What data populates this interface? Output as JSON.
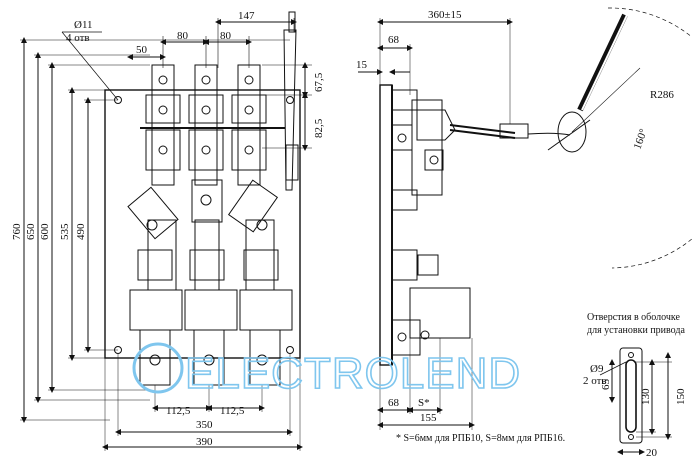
{
  "front_view": {
    "hole_label": "Ø11",
    "hole_count": "4 отв",
    "dim_147": "147",
    "dim_50": "50",
    "dim_80a": "80",
    "dim_80b": "80",
    "dim_67_5": "67,5",
    "dim_82_5": "82,5",
    "dim_760": "760",
    "dim_650": "650",
    "dim_600": "600",
    "dim_535": "535",
    "dim_490": "490",
    "dim_112_5a": "112,5",
    "dim_112_5b": "112,5",
    "dim_350": "350",
    "dim_390": "390"
  },
  "side_view": {
    "dim_360": "360±15",
    "dim_68_top": "68",
    "dim_15": "15",
    "dim_R286": "R286",
    "dim_160deg": "160°",
    "dim_68_bottom": "68",
    "dim_S": "S*",
    "dim_155": "155"
  },
  "detail": {
    "caption_line1": "Отверстия в оболочке",
    "caption_line2": "для установки привода",
    "hole_label": "Ø9",
    "hole_count": "2 отв",
    "dim_65": "65",
    "dim_130": "130",
    "dim_150": "150",
    "dim_20": "20"
  },
  "footnote": "* S=6мм для РПБ10, S=8мм для РПБ16.",
  "watermark": {
    "text": "ELECTROLEND",
    "color": "#7fc6ee"
  }
}
